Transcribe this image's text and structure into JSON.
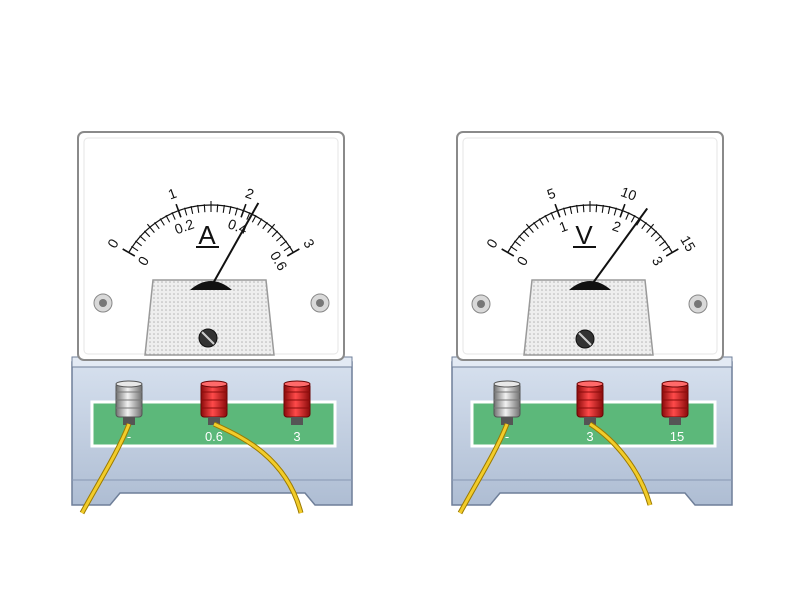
{
  "meters": [
    {
      "id": "ammeter",
      "symbol": "A",
      "outer_scale": [
        "0",
        "1",
        "2",
        "3"
      ],
      "inner_scale": [
        "0",
        "0.2",
        "0.4",
        "0.6"
      ],
      "terminals": [
        "-",
        "0.6",
        "3"
      ],
      "connected_terminals": [
        "-",
        "0.6"
      ],
      "needle_reading": {
        "outer": 2.15,
        "inner": 0.43
      }
    },
    {
      "id": "voltmeter",
      "symbol": "V",
      "outer_scale": [
        "0",
        "5",
        "10",
        "15"
      ],
      "inner_scale": [
        "0",
        "1",
        "2",
        "3"
      ],
      "terminals": [
        "-",
        "3",
        "15"
      ],
      "connected_terminals": [
        "-",
        "3"
      ],
      "needle_reading": {
        "outer": 11.5,
        "inner": 2.3
      }
    }
  ],
  "colors": {
    "face": "#ffffff",
    "face_border": "#8a8a8a",
    "base_top": "#c8d4e6",
    "base_front": "#a9b8cf",
    "label_plate": "#5cb87a",
    "terminal_negative": "#c8c8c8",
    "terminal_positive": "#d91c1c",
    "wire": "#e8c020",
    "needle": "#111111"
  }
}
